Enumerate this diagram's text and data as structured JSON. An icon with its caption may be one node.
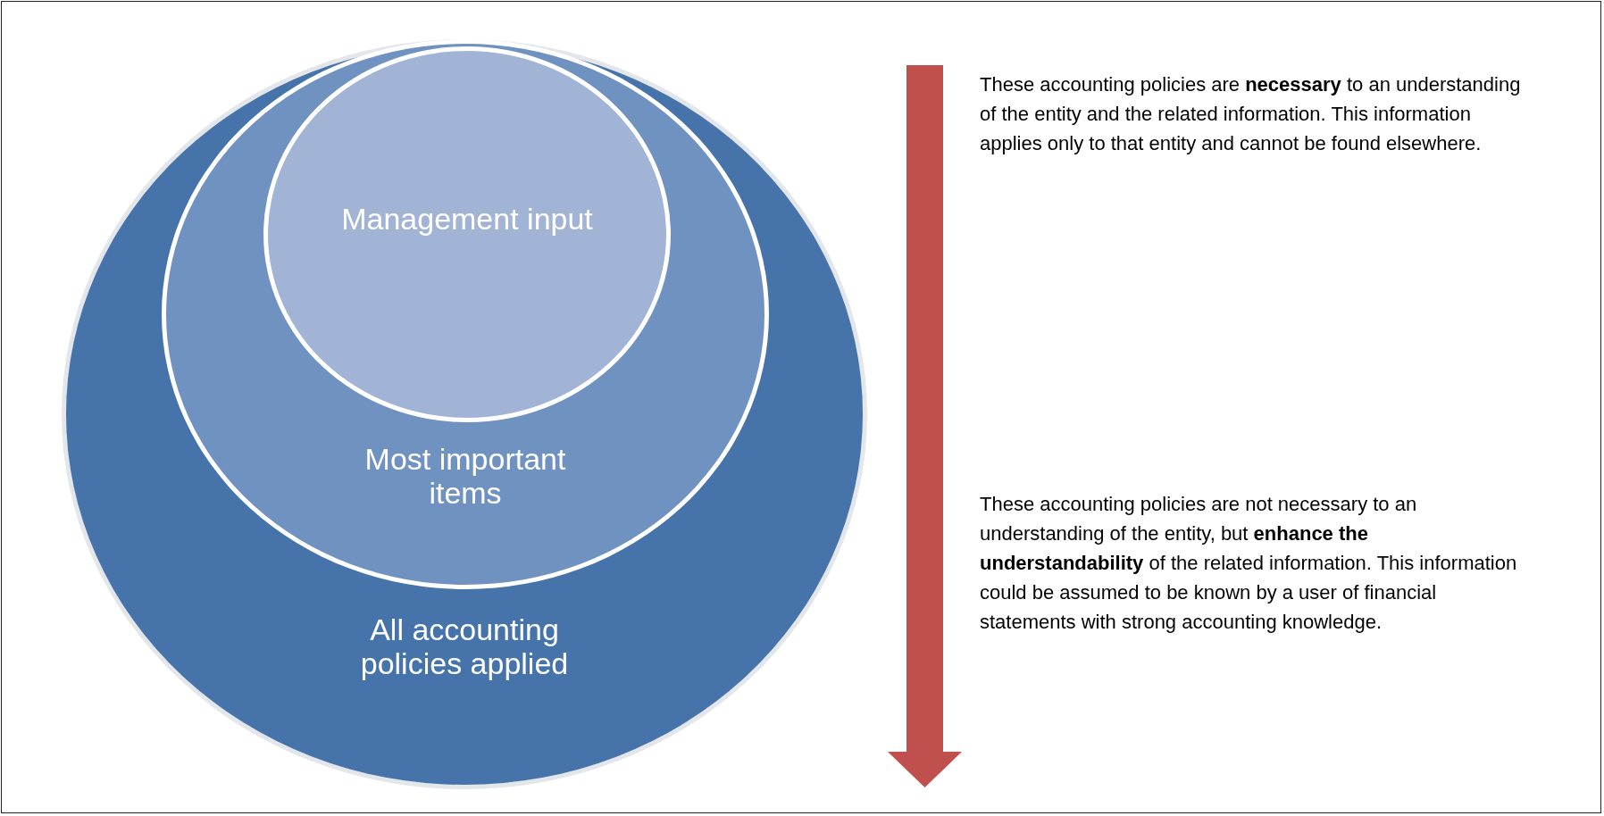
{
  "diagram": {
    "nodes": [
      {
        "text": [
          "All accounting policies applied"
        ]
      },
      {
        "text": [
          "Most important items"
        ],
        "in": 0
      },
      {
        "text": [
          "Management input"
        ],
        "in": 1
      }
    ],
    "labels": [
      "These accounting policies are **necessary** to an understanding of the entity and the related information.  This information applies only to that entity and cannot be found elsewhere.",
      "These accounting policies are not necessary to an understanding of the entity, but **enhance the understandability** of the related information.  This information could be assumed to be known by a user of financial statements with strong accounting knowledge."
    ]
  }
}
